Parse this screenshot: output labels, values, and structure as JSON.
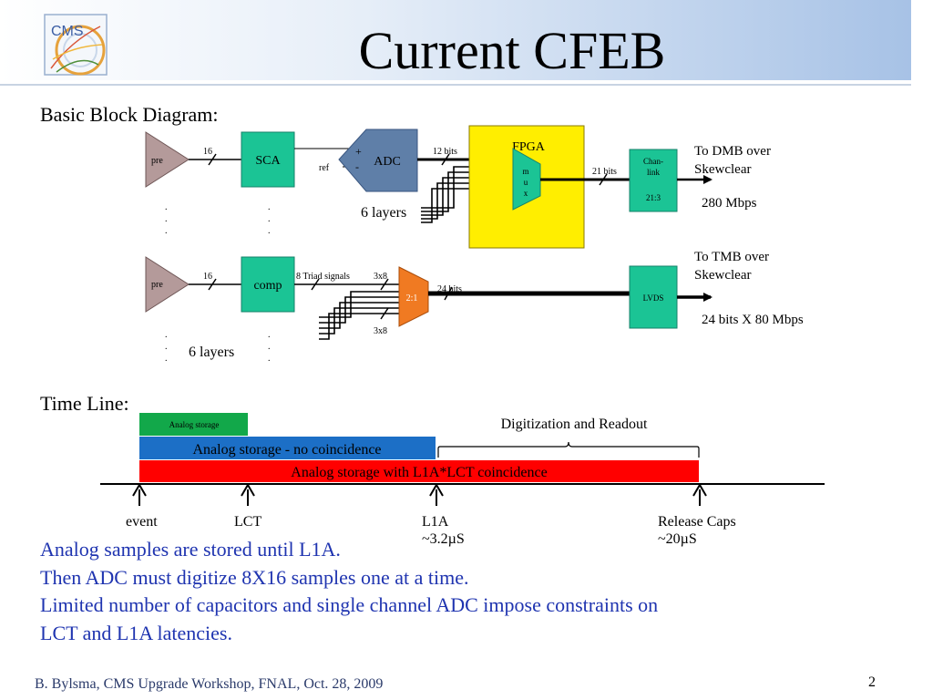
{
  "title": "Current CFEB",
  "logo": {
    "text": "CMS"
  },
  "section_block": "Basic Block Diagram:",
  "block_diagram": {
    "upper": {
      "pre": "pre",
      "bus_16": "16",
      "sca": "SCA",
      "plus": "+",
      "minus": "-",
      "ref": "ref",
      "adc": "ADC",
      "bits_12": "12 bits",
      "layers": "6 layers",
      "fpga": "FPGA",
      "mux_letters": [
        "m",
        "u",
        "x"
      ],
      "bits_21": "21 bits",
      "chanlink_line1": "Chan-",
      "chanlink_line2": "link",
      "chanlink_ratio": "21:3",
      "dest_line1": "To DMB over",
      "dest_line2": "Skewclear",
      "rate": "280 Mbps"
    },
    "lower": {
      "pre": "pre",
      "bus_16": "16",
      "comp": "comp",
      "triad": "8 Triad signals",
      "in_top": "3x8",
      "mux_ratio": "2:1",
      "in_bottom": "3x8",
      "bits_24": "24 bits",
      "layers": "6 layers",
      "lvds": "LVDS",
      "dest_line1": "To TMB over",
      "dest_line2": "Skewclear",
      "rate": "24 bits X 80 Mbps"
    },
    "ellipsis": "."
  },
  "section_timeline": "Time Line:",
  "timeline": {
    "bar_short": "Analog storage",
    "bar_mid": "Analog storage  - no coincidence",
    "bar_long": "Analog storage with L1A*LCT coincidence",
    "brace_label": "Digitization and Readout",
    "events": [
      {
        "label": "event",
        "sub": ""
      },
      {
        "label": "LCT",
        "sub": ""
      },
      {
        "label": "L1A",
        "sub": "~3.2µS"
      },
      {
        "label": "Release Caps",
        "sub": "~20µS"
      }
    ],
    "colors": {
      "short": "#12a84a",
      "mid": "#1c6fc6",
      "long": "#ff0000"
    }
  },
  "bullets": [
    "Analog samples are stored until L1A.",
    "Then ADC must digitize 8X16 samples one at a time.",
    "Limited number of capacitors and single channel ADC impose constraints on",
    "LCT and L1A latencies."
  ],
  "footer": "B. Bylsma, CMS Upgrade Workshop, FNAL, Oct. 28, 2009",
  "page_number": "2"
}
